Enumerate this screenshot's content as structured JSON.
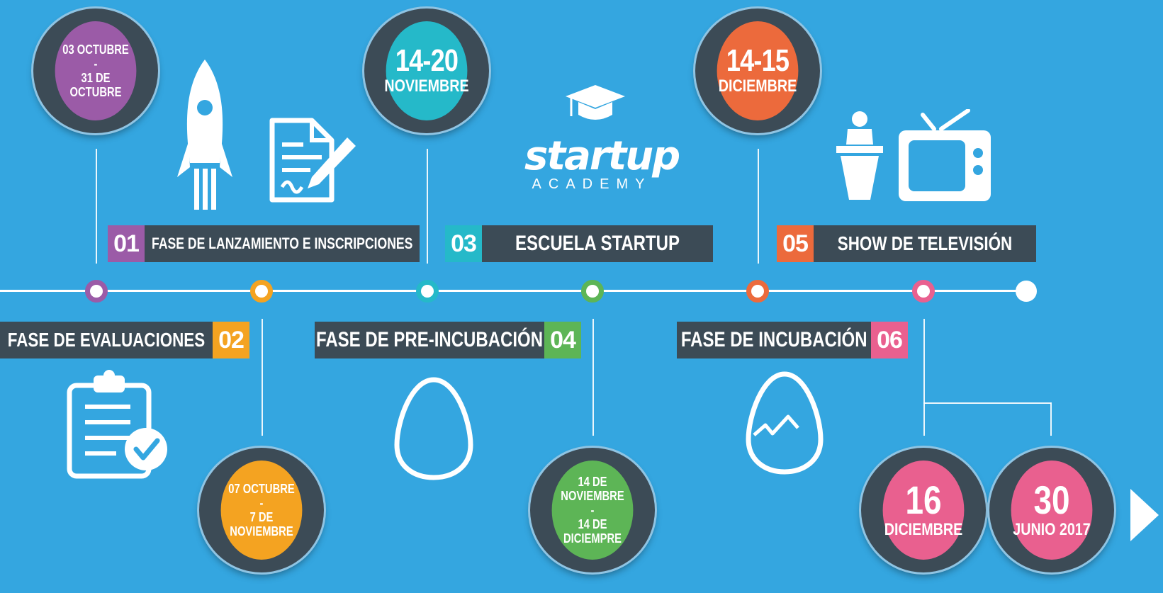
{
  "colors": {
    "background": "#34a6e0",
    "panel": "#3c4b56",
    "phase1": "#9b5ba7",
    "phase2": "#f4a321",
    "phase3": "#25b9c9",
    "phase4": "#5db556",
    "phase5": "#ec6a3c",
    "phase6": "#e9608f"
  },
  "phases": [
    {
      "num": "01",
      "title": "FASE DE LANZAMIENTO E INSCRIPCIONES"
    },
    {
      "num": "02",
      "title": "FASE DE EVALUACIONES"
    },
    {
      "num": "03",
      "title": "ESCUELA STARTUP"
    },
    {
      "num": "04",
      "title": "FASE DE PRE-INCUBACIÓN"
    },
    {
      "num": "05",
      "title": "SHOW DE TELEVISIÓN"
    },
    {
      "num": "06",
      "title": "FASE DE INCUBACIÓN"
    }
  ],
  "dates": {
    "d1": {
      "line1": "03 OCTUBRE",
      "sep": "-",
      "line2": "31 DE OCTUBRE"
    },
    "d2": {
      "line1": "07 OCTUBRE",
      "sep": "-",
      "line2": "7 DE NOVIEMBRE"
    },
    "d3": {
      "big": "14-20",
      "line2": "NOVIEMBRE"
    },
    "d4": {
      "line1": "14 DE  NOVIEMBRE",
      "sep": "-",
      "line2": "14 DE DICIEMPRE"
    },
    "d5": {
      "big": "14-15",
      "line2": "DICIEMBRE"
    },
    "d6": {
      "big": "16",
      "line2": "DICIEMBRE"
    },
    "d7": {
      "big": "30",
      "line2": "JUNIO 2017"
    }
  },
  "brand": {
    "word": "startup",
    "sub": "ACADEMY"
  },
  "icons": [
    "rocket-icon",
    "contract-pen-icon",
    "clipboard-check-icon",
    "graduation-cap-icon",
    "egg-icon",
    "cracked-egg-icon",
    "podium-speaker-icon",
    "television-icon",
    "next-arrow-icon"
  ]
}
